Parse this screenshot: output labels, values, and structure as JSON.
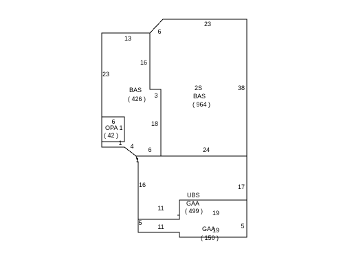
{
  "areas": [
    {
      "code": "BAS",
      "sqft": "( 426 )"
    },
    {
      "code": "2S",
      "code2": "BAS",
      "sqft": "( 964 )"
    },
    {
      "code": "OPA",
      "sqft": "( 42 )"
    },
    {
      "code": "UBS",
      "code2": "GAA",
      "sqft": "( 499 )"
    },
    {
      "code": "GAA",
      "sqft": "( 150 )"
    }
  ],
  "dimensions": {
    "bas_top": "13",
    "bas_left": "23",
    "bas_inner_right": "16",
    "bas_notch": "3",
    "bas_lower_right": "18",
    "bas_bottom": "6",
    "bas_diag": "4",
    "opa_top": "6",
    "opa_left": "1",
    "opa_right": "1",
    "s2_diag": "6",
    "s2_top": "23",
    "s2_right": "38",
    "s2_bottom": "24",
    "ubs_left": "16",
    "ubs_right": "17",
    "ubs_inner_left": "11",
    "ubs_step": "19",
    "ubs_corner": "1",
    "gaa_left": "5",
    "gaa_mid": "11",
    "gaa_right": "5",
    "gaa_inner": "19"
  }
}
